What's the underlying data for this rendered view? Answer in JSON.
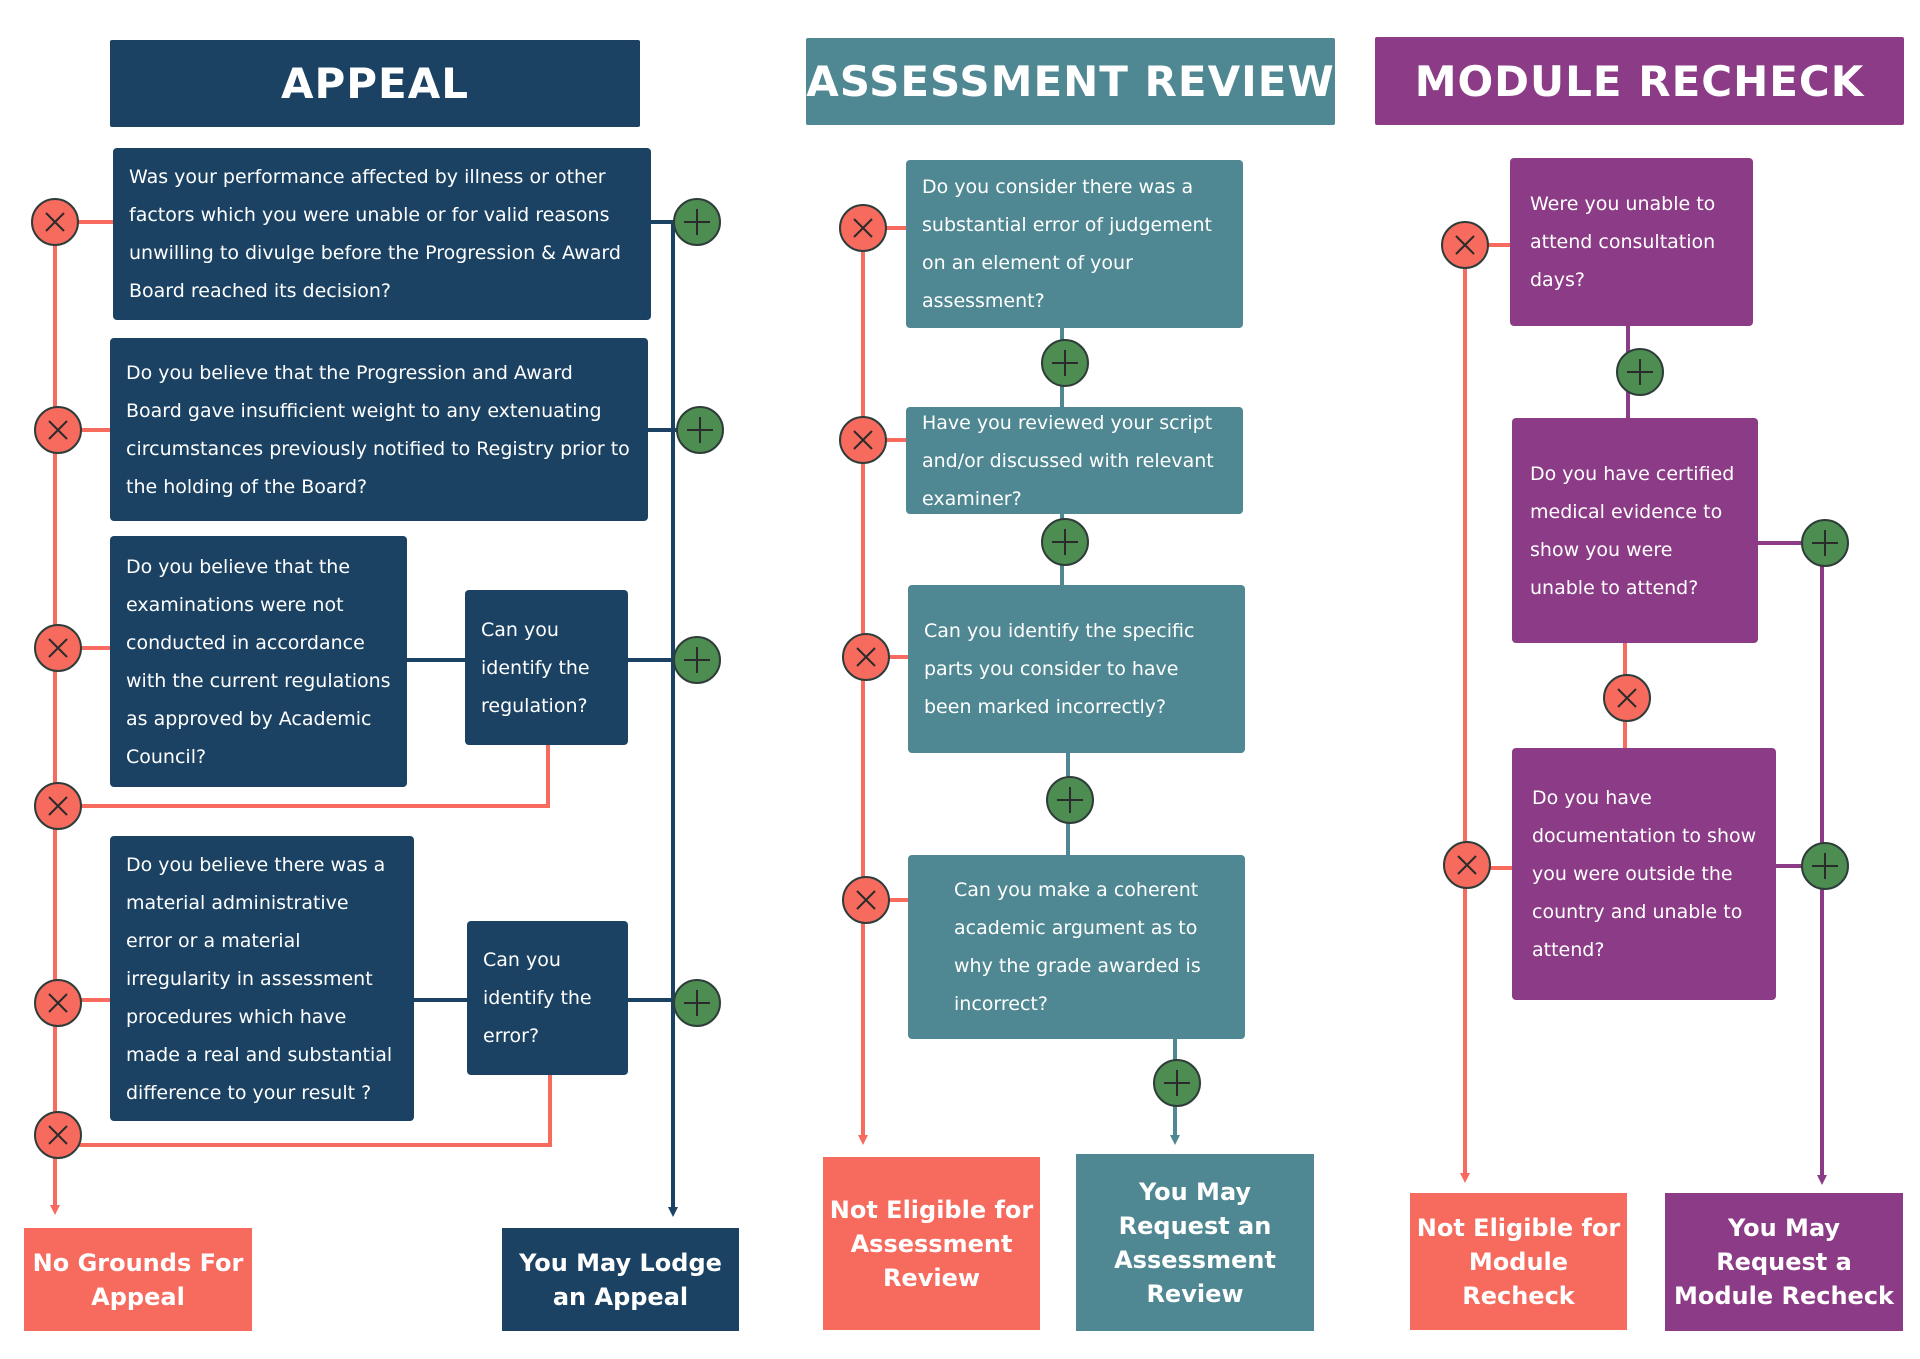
{
  "appeal": {
    "header": "APPEAL",
    "q1": "Was your performance affected by illness or other factors which you were unable or for valid reasons unwilling to divulge before the Progression & Award Board reached its decision?",
    "q2": "Do you believe that the Progression and Award Board gave insufficient weight to any extenuating circumstances previously notified to Registry prior to the holding of the Board?",
    "q3": "Do you believe that the examinations were not conducted in accordance with the current regulations as  approved by Academic Council?",
    "q3_follow": "Can you identify the regulation?",
    "q4": "Do you believe there was a material administrative error or a material irregularity in assessment procedures which have made a real and substantial difference to your result ?",
    "q4_follow": "Can you identify the error?",
    "outcome_no": "No Grounds For Appeal",
    "outcome_yes": "You May Lodge an Appeal"
  },
  "assessment_review": {
    "header": "ASSESSMENT REVIEW",
    "q1": "Do you consider there was a substantial error of judgement on an element of your assessment?",
    "q2": "Have you reviewed your script and/or discussed with relevant examiner?",
    "q3": "Can you identify the specific parts you consider to have been marked incorrectly?",
    "q4": "Can you make a coherent academic argument as to why the grade awarded is incorrect?",
    "outcome_no": "Not Eligible for Assessment Review",
    "outcome_yes": "You May Request an Assessment Review"
  },
  "module_recheck": {
    "header": "MODULE RECHECK",
    "q1": "Were you unable to attend consultation days?",
    "q2": "Do you have certified medical evidence to show you were unable to attend?",
    "q3": "Do you have documentation to show you were outside the country and unable to attend?",
    "outcome_no": "Not Eligible for Module Recheck",
    "outcome_yes": "You May Request a Module Recheck"
  },
  "icons": {
    "no": "x-circle-icon",
    "yes": "plus-circle-icon"
  },
  "colors": {
    "appeal": "#1b4263",
    "assessment_review": "#4f8892",
    "module_recheck": "#8c3c86",
    "no_path": "#f76a5e",
    "yes_node": "#4e8d52"
  }
}
